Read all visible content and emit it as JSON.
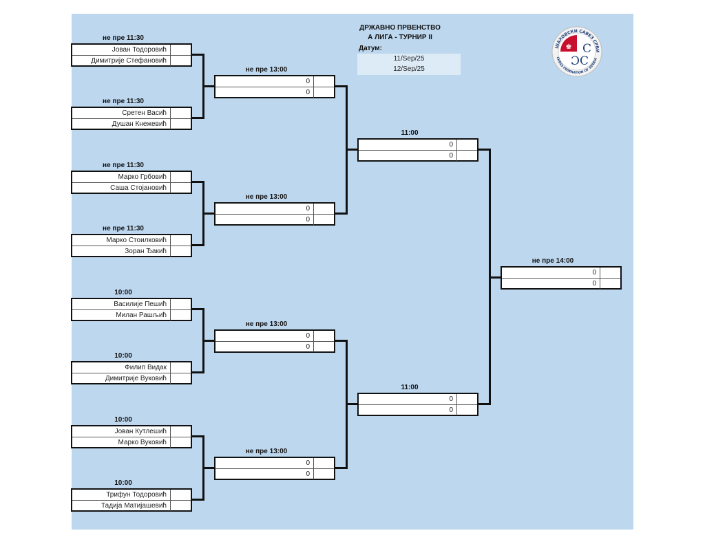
{
  "header": {
    "title_line1": "ДРЖАВНО ПРВЕНСТВО",
    "title_line2": "А ЛИГА - ТУРНИР II",
    "date_label": "Датум:",
    "dates": [
      "11/Sep/25",
      "12/Sep/25"
    ]
  },
  "logo": {
    "name": "chess-federation-of-serbia-logo",
    "top_text": "ШАХОВСКИ САВЕЗ СРБИЈЕ",
    "bottom_text": "CHESS FEDERATION OF SERBIA",
    "letters": "ШСС",
    "colors": {
      "red": "#c8102e",
      "blue": "#1d3f7a",
      "ring": "#e6e6e6"
    }
  },
  "bracket": {
    "round1": [
      {
        "time": "не пре 11:30",
        "players": [
          "Јован Тодоровић",
          "Димитрије Стефановић"
        ],
        "scores": [
          "",
          ""
        ]
      },
      {
        "time": "не пре 11:30",
        "players": [
          "Сретен Васић",
          "Душан Кнежевић"
        ],
        "scores": [
          "",
          ""
        ]
      },
      {
        "time": "не пре 11:30",
        "players": [
          "Марко Грбовић",
          "Саша Стојановић"
        ],
        "scores": [
          "",
          ""
        ]
      },
      {
        "time": "не пре 11:30",
        "players": [
          "Марко Стоилковић",
          "Зоран Ђакић"
        ],
        "scores": [
          "",
          ""
        ]
      },
      {
        "time": "10:00",
        "players": [
          "Василије Пешић",
          "Милан Рашљић"
        ],
        "scores": [
          "",
          ""
        ]
      },
      {
        "time": "10:00",
        "players": [
          "Филип Видак",
          "Димитрије Вуковић"
        ],
        "scores": [
          "",
          ""
        ]
      },
      {
        "time": "10:00",
        "players": [
          "Јован Кутлешић",
          "Марко Вуковић"
        ],
        "scores": [
          "",
          ""
        ]
      },
      {
        "time": "10:00",
        "players": [
          "Трифун Тодоровић",
          "Тадија Матијашевић"
        ],
        "scores": [
          "",
          ""
        ]
      }
    ],
    "round2": [
      {
        "time": "не пре 13:00",
        "players": [
          "0",
          "0"
        ],
        "scores": [
          "",
          ""
        ]
      },
      {
        "time": "не пре 13:00",
        "players": [
          "0",
          "0"
        ],
        "scores": [
          "",
          ""
        ]
      },
      {
        "time": "не пре 13:00",
        "players": [
          "0",
          "0"
        ],
        "scores": [
          "",
          ""
        ]
      },
      {
        "time": "не пре 13:00",
        "players": [
          "0",
          "0"
        ],
        "scores": [
          "",
          ""
        ]
      }
    ],
    "round3": [
      {
        "time": "11:00",
        "players": [
          "0",
          "0"
        ],
        "scores": [
          "",
          ""
        ]
      },
      {
        "time": "11:00",
        "players": [
          "0",
          "0"
        ],
        "scores": [
          "",
          ""
        ]
      }
    ],
    "final": [
      {
        "time": "не пре 14:00",
        "players": [
          "0",
          "0"
        ],
        "scores": [
          "",
          ""
        ]
      }
    ]
  }
}
